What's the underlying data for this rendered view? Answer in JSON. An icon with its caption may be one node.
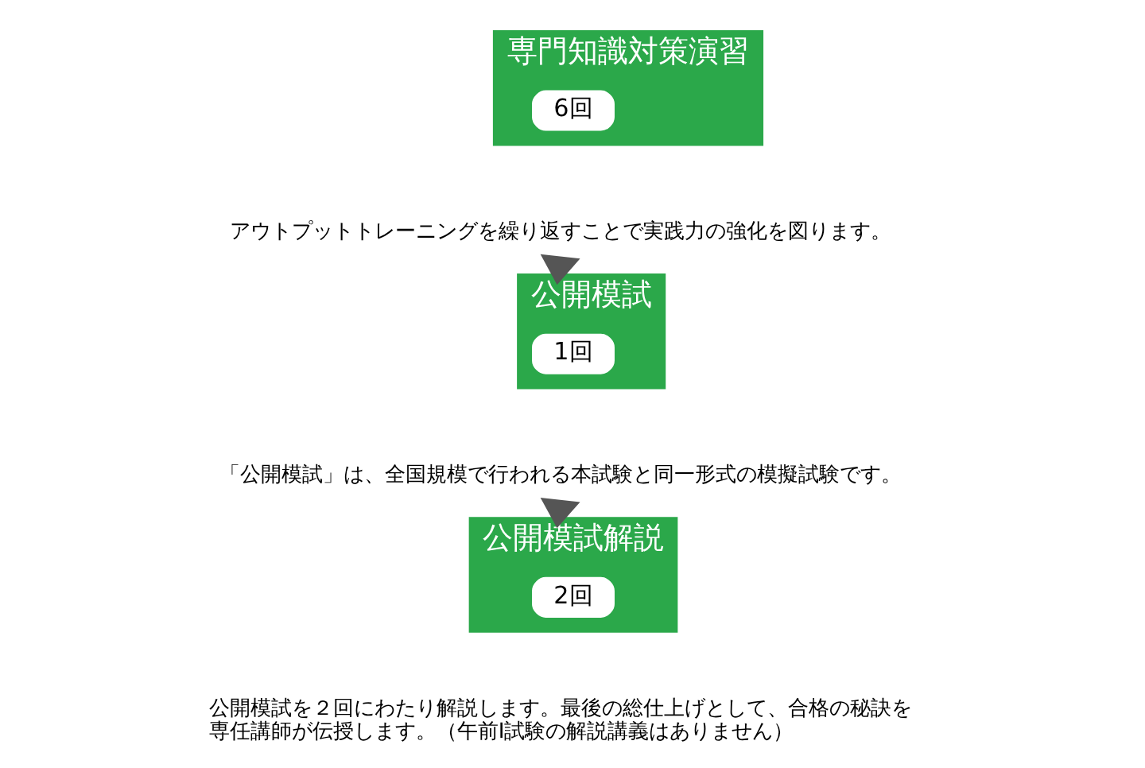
{
  "diagram": {
    "nodes": [
      {
        "text": [
          "専門知識対策演習"
        ]
      },
      {
        "text": [
          "6回"
        ],
        "in": 0
      },
      {
        "text": [
          "アウトプットトレーニングを繰り返すことで実践力の強化を図ります。"
        ]
      },
      {
        "text": [
          "公開模試"
        ]
      },
      {
        "text": [
          "1回"
        ],
        "in": 3
      },
      {
        "text": [
          "「公開模試」は、全国規模で行われる本試験と同一形式の模擬試験です。"
        ]
      },
      {
        "text": [
          "公開模試解説"
        ]
      },
      {
        "text": [
          "2回"
        ],
        "in": 6
      },
      {
        "text": [
          "公開模試を２回にわたり解説します。最後の総仕上げとして、合格の秘訣を専任講師が伝授します。（午前Ⅰ試験の解説講義はありません）"
        ]
      }
    ],
    "edges": [
      {
        "from": 2,
        "to": 3,
        "arrow": "to",
        "style": "thick"
      },
      {
        "from": 5,
        "to": 6,
        "arrow": "to",
        "style": "thick"
      }
    ]
  }
}
